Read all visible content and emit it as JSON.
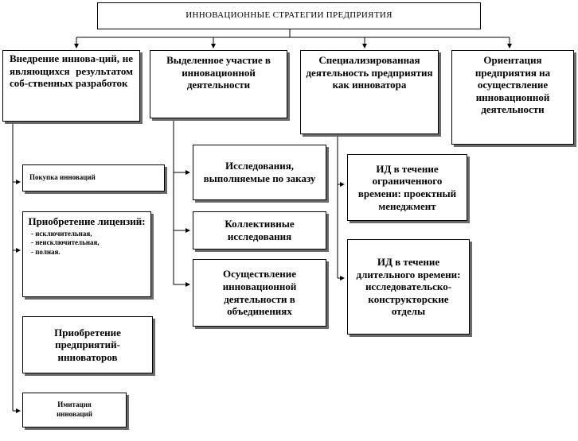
{
  "title": "ИННОВАЦИОННЫЕ СТРАТЕГИИ ПРЕДПРИЯТИЯ",
  "strategies": [
    "Внедрение инновa-ций, не являющихся результатом соб-ственных разработок",
    "Выделенное участие в инновационной деятельности",
    "Специализированная деятельность предприятия как инноватора",
    "Ориентация предприятия на осуществление инновационной деятельности"
  ],
  "adoption": {
    "purchase": "Покупка инноваций",
    "license_title": "Приобретение лицензий:",
    "license_options": [
      "- исключительная,",
      "- неисключительная,",
      "- полная."
    ],
    "acquire": "Приобретение предприятий-инноваторов",
    "imitation": "Имитация инноваций"
  },
  "participation": [
    "Исследования, выполняемые по заказу",
    "Коллективные исследования",
    "Осуществление инновационной деятельности в объединениях"
  ],
  "specialized": [
    "ИД в течение ограниченного времени: проектный менеджмент",
    "ИД в течение длительного времени: исследовательско-конструкторские отделы"
  ]
}
